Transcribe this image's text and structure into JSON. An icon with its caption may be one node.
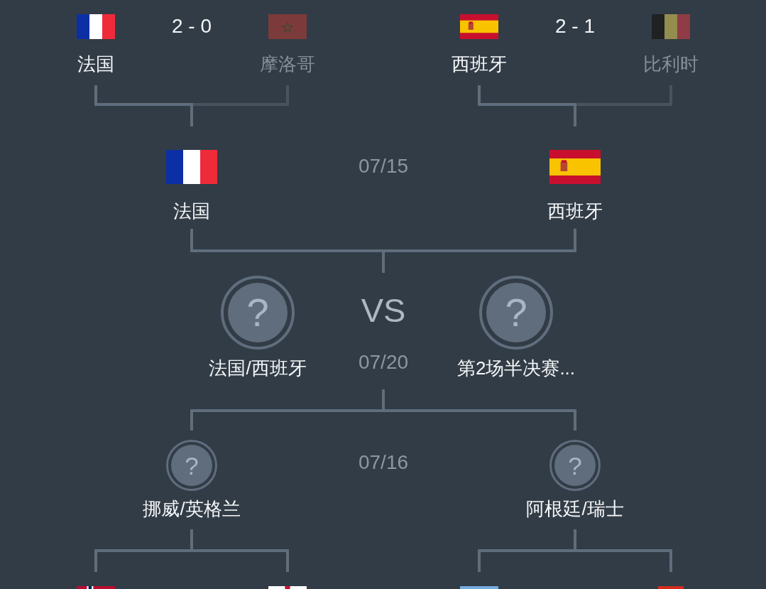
{
  "diagram": {
    "nodes": [
      {
        "text": [
          "法国"
        ]
      },
      {
        "text": [
          "摩洛哥"
        ]
      },
      {
        "text": [
          "西班牙"
        ]
      },
      {
        "text": [
          "比利时"
        ]
      },
      {
        "text": [
          "法国"
        ]
      },
      {
        "text": [
          "西班牙"
        ]
      },
      {
        "text": [
          "?",
          "法国/西班牙"
        ]
      },
      {
        "text": [
          "VS"
        ],
        "beside": [
          "07/20"
        ]
      },
      {
        "text": [
          "?",
          "第2场半决赛..."
        ]
      },
      {
        "text": [
          "?",
          "挪威/英格兰"
        ]
      },
      {
        "text": [
          "?",
          "阿根廷/瑞士"
        ]
      },
      {
        "text": [],
        "shape": "picture"
      },
      {
        "text": [],
        "shape": "picture"
      },
      {
        "text": [],
        "shape": "box"
      },
      {
        "text": [],
        "shape": "box"
      }
    ],
    "edges": [
      {
        "from": 0,
        "to": 4,
        "arrow": "none"
      },
      {
        "from": 1,
        "to": 4,
        "arrow": "none",
        "color": "#48535f"
      },
      {
        "from": 2,
        "to": 5,
        "arrow": "none"
      },
      {
        "from": 3,
        "to": 5,
        "arrow": "none",
        "color": "#48535f"
      },
      {
        "from": 4,
        "to": 7,
        "arrow": "none"
      },
      {
        "from": 5,
        "to": 7,
        "arrow": "none"
      },
      {
        "from": 9,
        "to": 7,
        "arrow": "none"
      },
      {
        "from": 10,
        "to": 7,
        "arrow": "none"
      },
      {
        "from": 11,
        "to": 9,
        "arrow": "none"
      },
      {
        "from": 12,
        "to": 9,
        "arrow": "none"
      },
      {
        "from": 13,
        "to": 10,
        "arrow": "none"
      },
      {
        "from": 14,
        "to": 10,
        "arrow": "none"
      }
    ],
    "labels": [
      "2 - 0",
      "2 - 1",
      "07/15",
      "07/16"
    ]
  }
}
